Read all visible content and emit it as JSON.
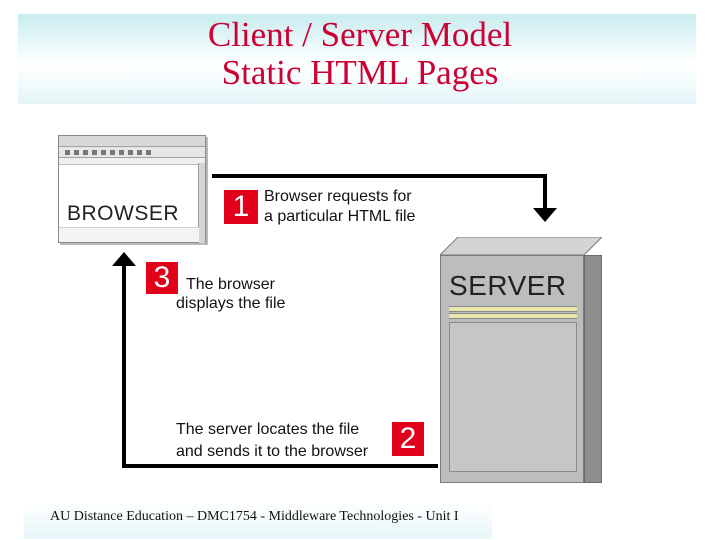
{
  "title": {
    "line1": "Client / Server Model",
    "line2": "Static HTML Pages"
  },
  "diagram": {
    "browser_label": "BROWSER",
    "server_label": "SERVER",
    "steps": [
      {
        "number": "1",
        "line1": "Browser requests for",
        "line2": "a particular HTML file"
      },
      {
        "number": "2",
        "line1": "The server locates the file",
        "line2": "and sends it to the browser"
      },
      {
        "number": "3",
        "line1": "The browser",
        "line2": "displays the file"
      }
    ]
  },
  "colors": {
    "title": "#cc0033",
    "step_badge": "#e1001a",
    "arrow": "#000000"
  },
  "footer": "AU Distance Education – DMC1754 - Middleware Technologies  - Unit I"
}
